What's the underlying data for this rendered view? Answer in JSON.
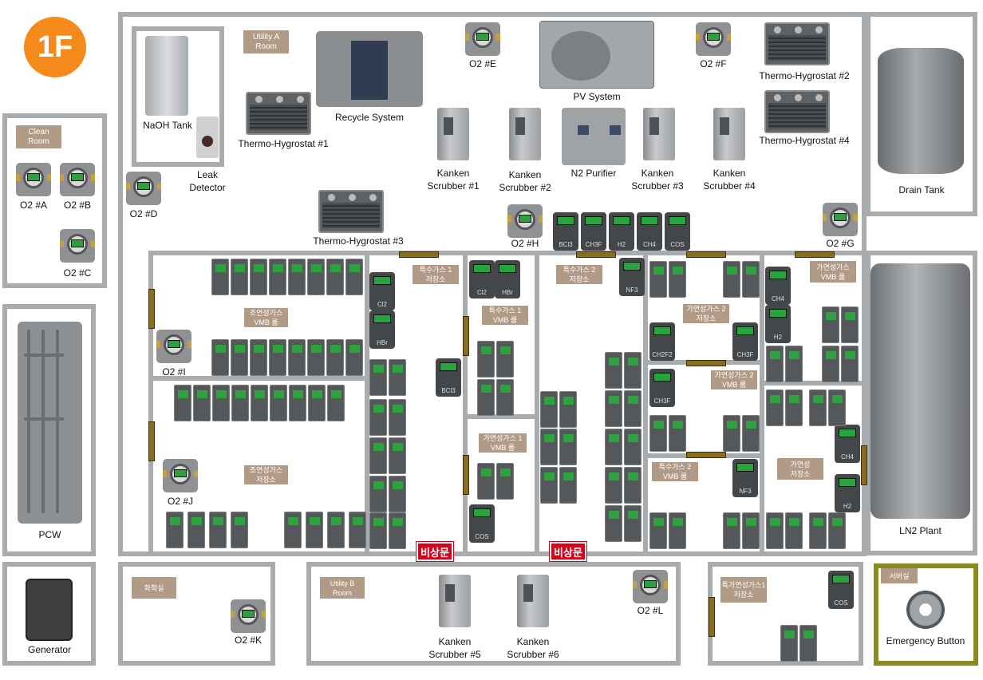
{
  "floor": "1F",
  "rooms": {
    "clean_room": "Clean\nRoom",
    "utility_a": "Utility A\nRoom",
    "utility_b": "Utility B\nRoom",
    "pcw": "PCW",
    "generator": "Generator",
    "drain_tank": "Drain Tank",
    "ln2_plant": "LN2 Plant",
    "hwasil": "화학실",
    "seobeosil": "서버실",
    "dok_gas_storage": "특수가스 1\n저장소",
    "dok_gas_storage2": "특수가스 2\n저장소",
    "dok_vmb1": "특수가스 1\nVMB 룸",
    "joyeon_vmb": "조연성가스\nVMB 룸",
    "joyeon_storage": "조연성가스\n저장소",
    "gayeon_vmb1": "가연성가스 1\nVMB 룸",
    "gayeon_storage2": "가연성가스 2\n저장소",
    "gayeon_vmb2": "가연성가스 2\nVMB 룸",
    "teuk_vmb2": "특수가스 2\nVMB 룸",
    "gayeon_vmb": "가연성가스\nVMB 룸",
    "gayeon_storage": "가연성\n저장소",
    "ext_storage": "특가연성가스1\n저장소"
  },
  "equipment": {
    "naoh": "NaOH Tank",
    "leak": "Leak\nDetector",
    "recycle": "Recycle System",
    "pv": "PV System",
    "n2": "N2 Purifier",
    "th1": "Thermo-Hygrostat #1",
    "th2": "Thermo-Hygrostat #2",
    "th3": "Thermo-Hygrostat #3",
    "th4": "Thermo-Hygrostat #4",
    "ks1": "Kanken\nScrubber #1",
    "ks2": "Kanken\nScrubber #2",
    "ks3": "Kanken\nScrubber #3",
    "ks4": "Kanken\nScrubber #4",
    "ks5": "Kanken\nScrubber #5",
    "ks6": "Kanken\nScrubber #6",
    "emergency": "Emergency Button"
  },
  "o2_sensors": {
    "A": "O2 #A",
    "B": "O2 #B",
    "C": "O2 #C",
    "D": "O2 #D",
    "E": "O2 #E",
    "F": "O2 #F",
    "G": "O2 #G",
    "H": "O2 #H",
    "I": "O2 #I",
    "J": "O2 #J",
    "K": "O2 #K",
    "L": "O2 #L"
  },
  "cabinets": {
    "bcl3": "BCl3",
    "ch3f": "CH3F",
    "h2": "H2",
    "ch4": "CH4",
    "cos": "COS",
    "nf3": "NF3",
    "cl2": "Cl2",
    "hbr": "HBr",
    "ch2f2": "CH2F2"
  },
  "warnings": {
    "exit1": "비상문",
    "exit2": "비상문"
  },
  "colors": {
    "accent": "#f48a1a",
    "wall": "#a9acae",
    "tag": "#b19a86",
    "alert": "#d9001b",
    "emergency_border": "#8a8a1e"
  }
}
